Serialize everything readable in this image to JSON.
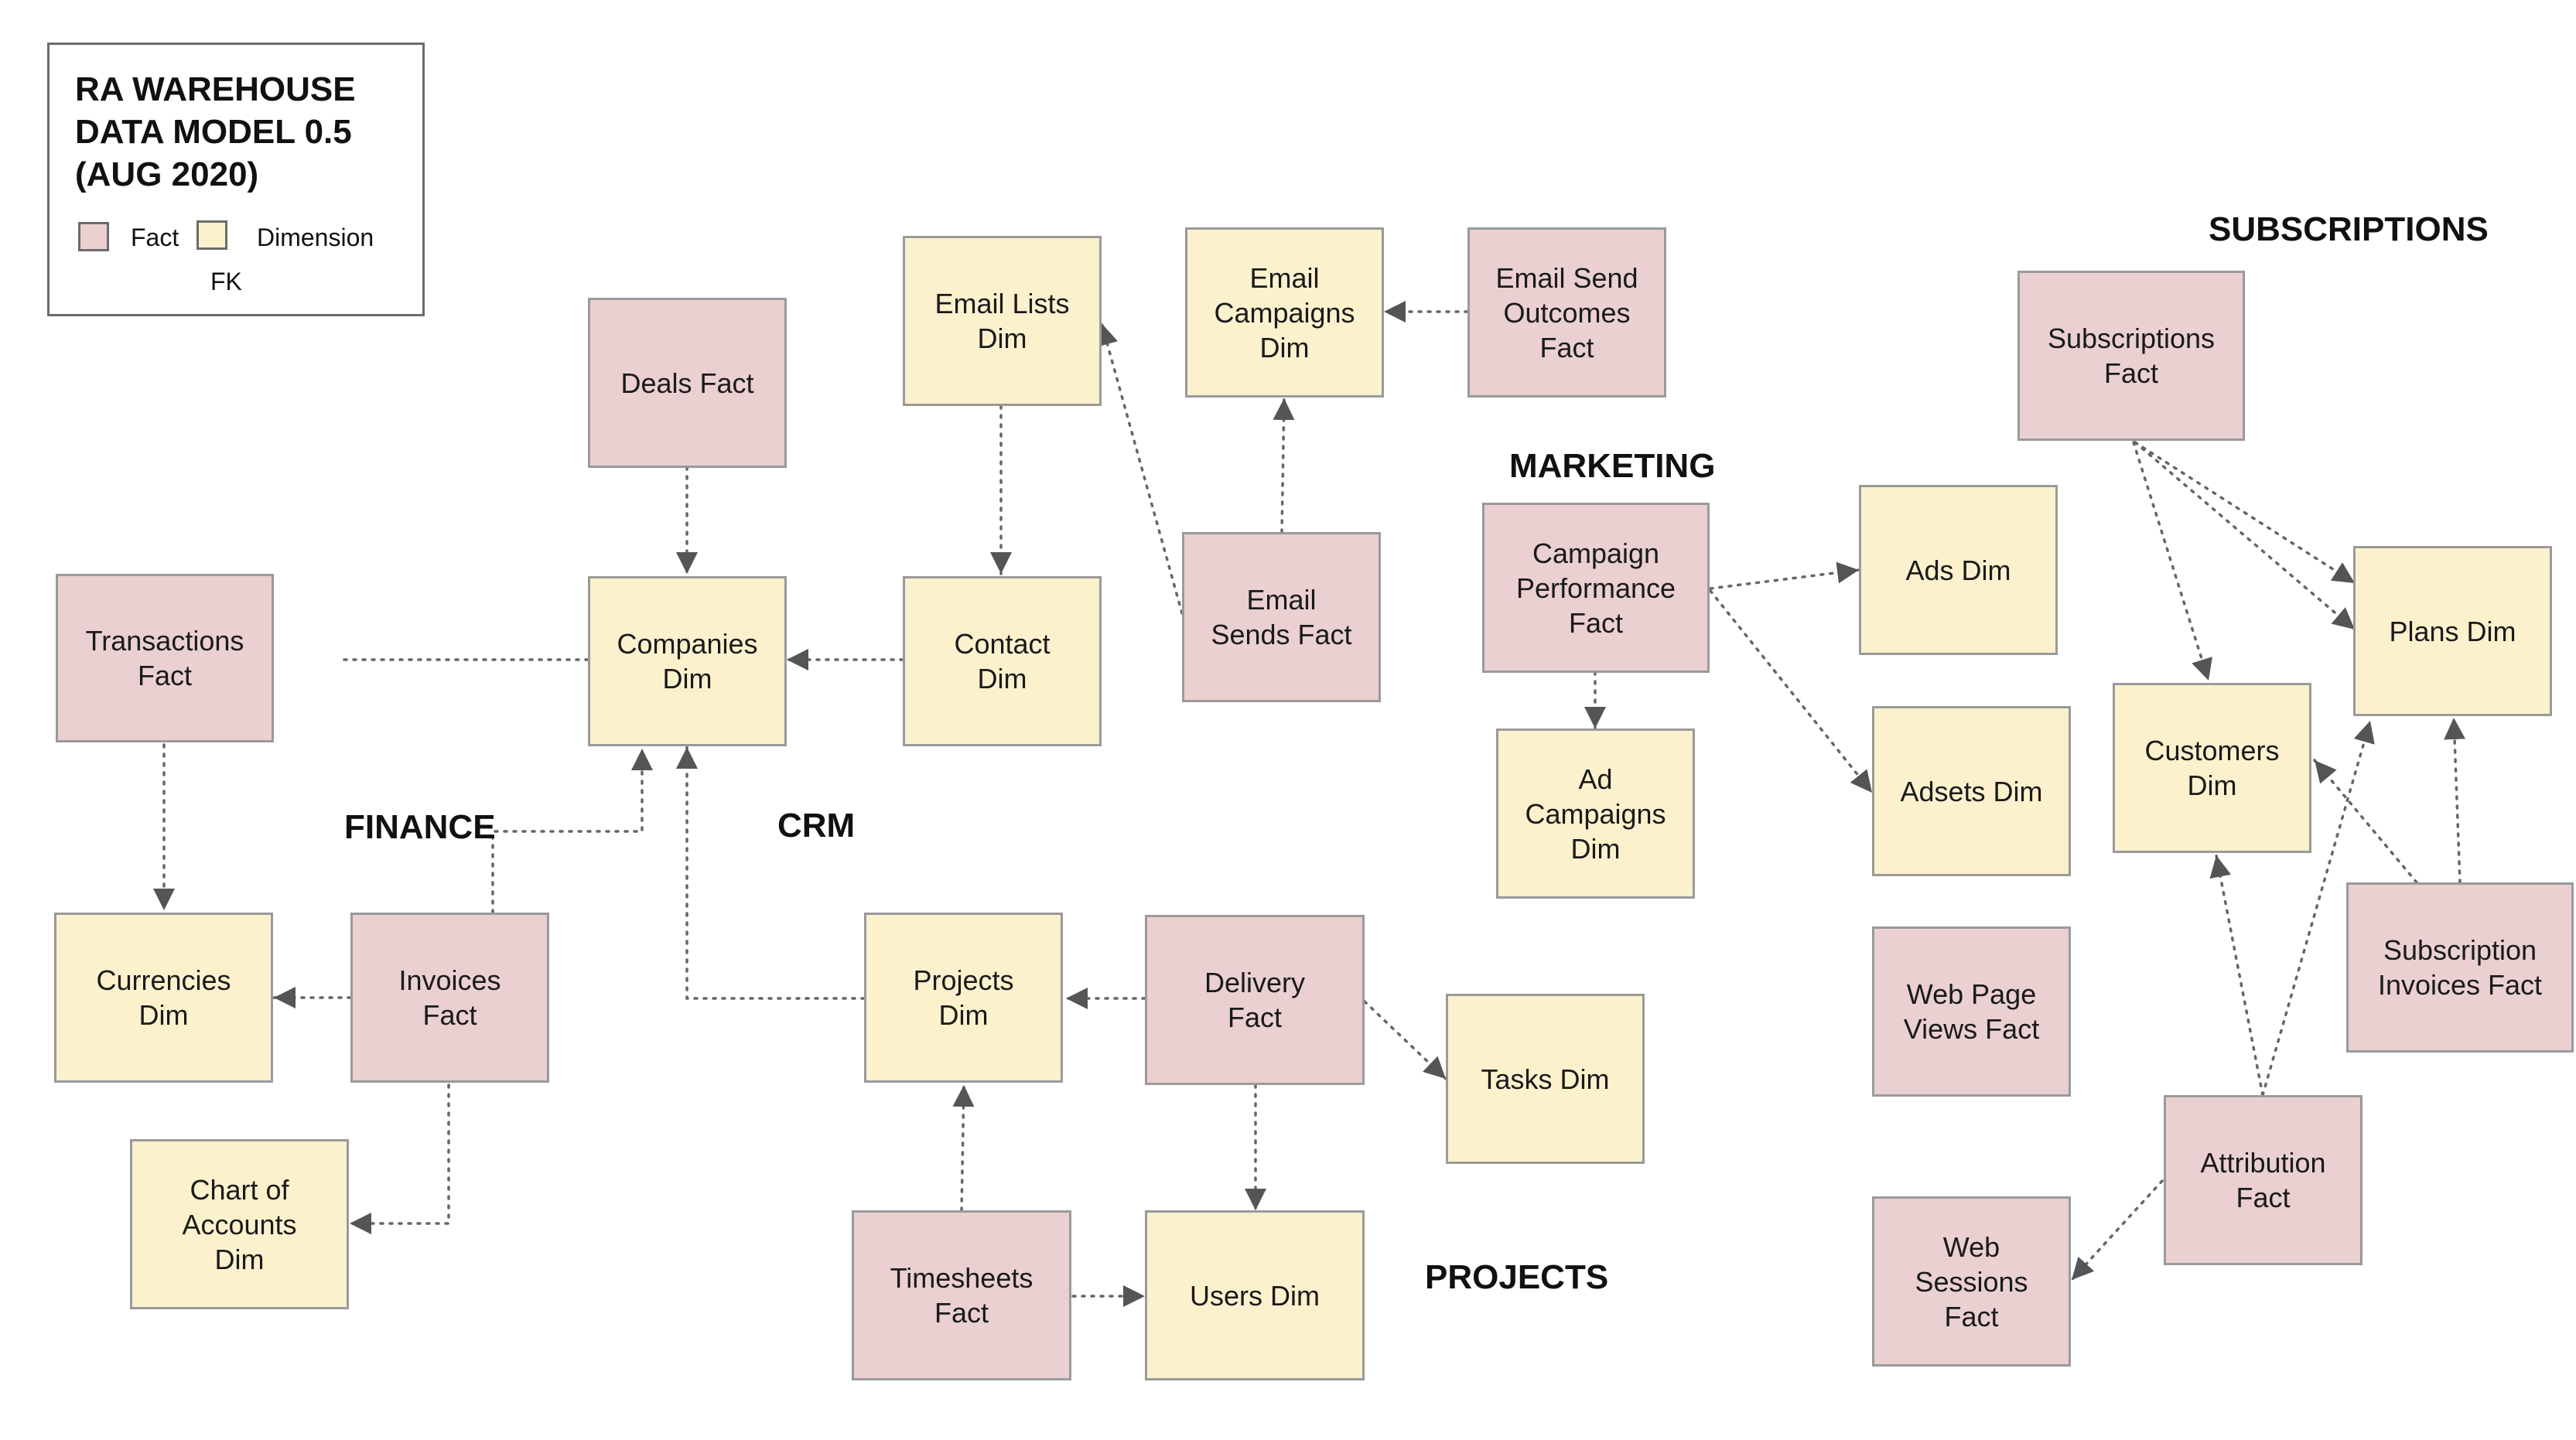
{
  "legend": {
    "title": "RA WAREHOUSE\nDATA MODEL 0.5\n(AUG 2020)",
    "fact_label": "Fact",
    "dimension_label": "Dimension",
    "fk_label": "FK",
    "fact_color": "#ead0d1",
    "dimension_color": "#fcf1cd"
  },
  "sections": {
    "finance": "FINANCE",
    "crm": "CRM",
    "marketing": "MARKETING",
    "subscriptions": "SUBSCRIPTIONS",
    "projects": "PROJECTS"
  },
  "entities": {
    "transactions_fact": "Transactions\nFact",
    "currencies_dim": "Currencies\nDim",
    "invoices_fact": "Invoices\nFact",
    "chart_of_accounts_dim": "Chart of\nAccounts\nDim",
    "deals_fact": "Deals Fact",
    "companies_dim": "Companies\nDim",
    "contact_dim": "Contact\nDim",
    "email_lists_dim": "Email Lists\nDim",
    "email_campaigns_dim": "Email\nCampaigns\nDim",
    "email_send_outcomes_fact": "Email Send\nOutcomes\nFact",
    "email_sends_fact": "Email\nSends Fact",
    "projects_dim": "Projects\nDim",
    "delivery_fact": "Delivery\nFact",
    "tasks_dim": "Tasks Dim",
    "timesheets_fact": "Timesheets\nFact",
    "users_dim": "Users Dim",
    "campaign_performance_fact": "Campaign\nPerformance\nFact",
    "ads_dim": "Ads Dim",
    "adsets_dim": "Adsets Dim",
    "ad_campaigns_dim": "Ad\nCampaigns\nDim",
    "web_page_views_fact": "Web Page\nViews Fact",
    "web_sessions_fact": "Web\nSessions\nFact",
    "subscriptions_fact": "Subscriptions\nFact",
    "plans_dim": "Plans Dim",
    "customers_dim": "Customers\nDim",
    "subscription_invoices_fact": "Subscription\nInvoices Fact",
    "attribution_fact": "Attribution\nFact"
  }
}
